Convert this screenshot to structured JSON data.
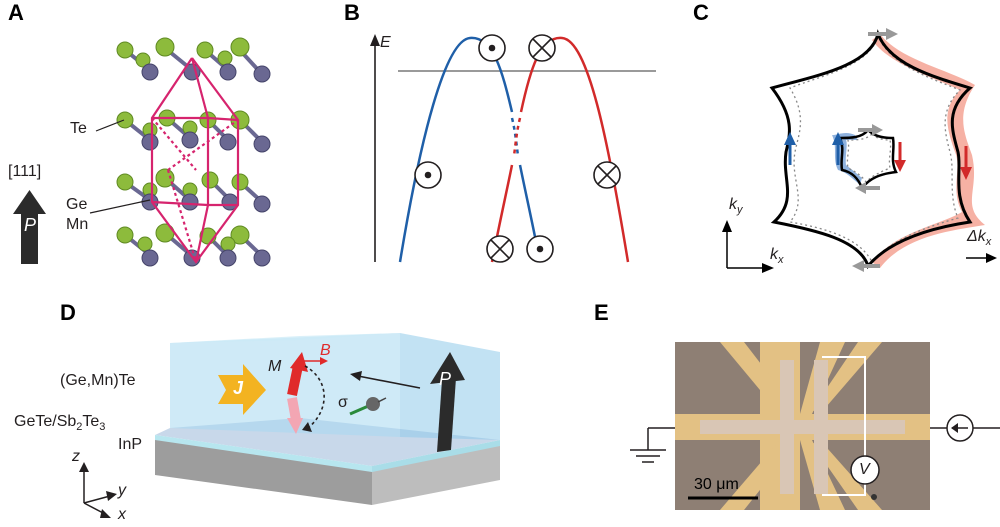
{
  "panels": {
    "A": {
      "letter": "A",
      "direction": "[111]",
      "polarization": "P",
      "atom_top": "Te",
      "atom_ge": "Ge",
      "atom_mn": "Mn"
    },
    "B": {
      "letter": "B",
      "energy_axis": "E"
    },
    "C": {
      "letter": "C",
      "ky": "k",
      "ky_sub": "y",
      "kx": "k",
      "kx_sub": "x",
      "dkx": "Δk",
      "dkx_sub": "x"
    },
    "D": {
      "letter": "D",
      "layer_top": "(Ge,Mn)Te",
      "layer_mid_main": "GeTe/Sb",
      "layer_mid_sub1": "2",
      "layer_mid_te": "Te",
      "layer_mid_sub2": "3",
      "layer_sub": "InP",
      "current": "J",
      "magnetization": "M",
      "field": "B",
      "polarization": "P",
      "spin": "σ",
      "axis_z": "z",
      "axis_y": "y",
      "axis_x": "x"
    },
    "E": {
      "letter": "E",
      "voltmeter": "V",
      "scale_bar": "30 μm"
    }
  },
  "colors": {
    "te_atom": "#8dbb3c",
    "ge_atom": "#6a6892",
    "cell": "#d6246e",
    "band_blue": "#1f5fa8",
    "band_red": "#d22a2a",
    "spin_shade_red": "#f5a99a",
    "spin_shade_blue": "#8fb2de",
    "current_arrow": "#f3b321",
    "chip_gold": "#e3c184",
    "chip_gray": "#8e7f74"
  }
}
